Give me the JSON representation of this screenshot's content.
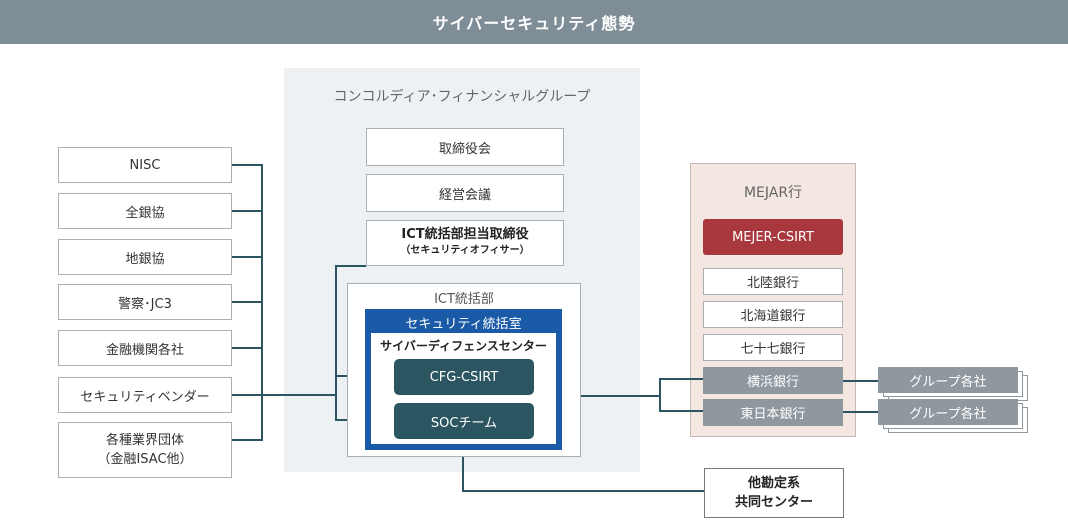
{
  "header": {
    "title": "サイバーセキュリティ態勢"
  },
  "external": {
    "items": [
      "NISC",
      "全銀協",
      "地銀協",
      "警察･JC3",
      "金融機関各社",
      "セキュリティベンダー"
    ],
    "last_line1": "各種業界団体",
    "last_line2": "（金融ISAC他）"
  },
  "cfg": {
    "title": "コンコルディア･フィナンシャルグループ",
    "board": "取締役会",
    "mgmt": "経営会議",
    "officer_line1": "ICT統括部担当取締役",
    "officer_line2": "（セキュリティオフィサー）",
    "ict_dept": "ICT統括部",
    "security_office": "セキュリティ統括室",
    "defense_center": "サイバーディフェンスセンター",
    "csirt": "CFG-CSIRT",
    "soc": "SOCチーム"
  },
  "mejar": {
    "title": "MEJAR行",
    "csirt": "MEJER-CSIRT",
    "banks": [
      "北陸銀行",
      "北海道銀行",
      "七十七銀行"
    ],
    "group_banks": [
      "横浜銀行",
      "東日本銀行"
    ]
  },
  "group_companies": [
    "グループ各社",
    "グループ各社"
  ],
  "shared_center": {
    "line1": "他勘定系",
    "line2": "共同センター"
  },
  "colors": {
    "header_bg": "#7e8d96",
    "line": "#2b5561",
    "red": "#a8383e",
    "blue": "#1a5aa6",
    "gray": "#8f989f"
  }
}
